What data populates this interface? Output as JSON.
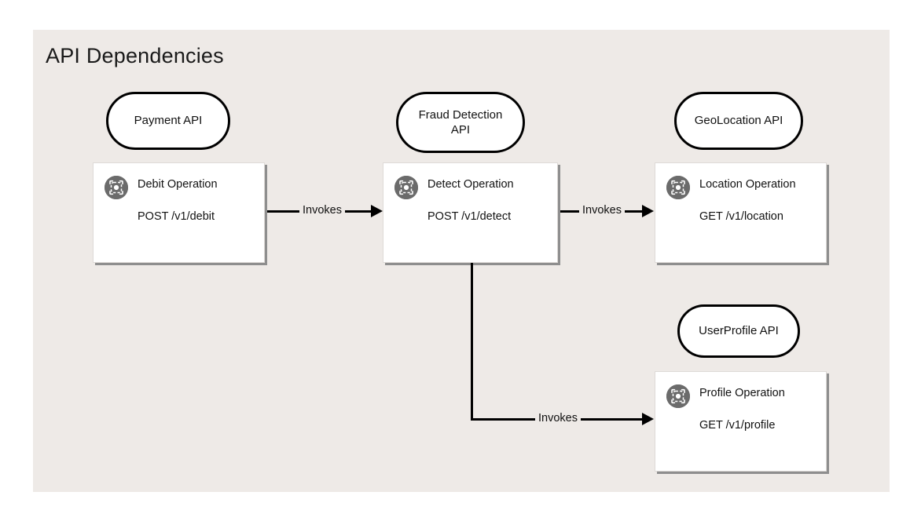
{
  "panel": {
    "title": "API Dependencies",
    "background_color": "#EEEAE7"
  },
  "apis": [
    {
      "id": "payment",
      "label": "Payment API"
    },
    {
      "id": "fraud",
      "label": "Fraud Detection API"
    },
    {
      "id": "geolocation",
      "label": "GeoLocation API"
    },
    {
      "id": "userprofile",
      "label": "UserProfile API"
    }
  ],
  "operations": [
    {
      "id": "debit",
      "name": "Debit Operation",
      "path": "POST /v1/debit",
      "method": "POST",
      "icon": "operation-icon"
    },
    {
      "id": "detect",
      "name": "Detect Operation",
      "path": "POST /v1/detect",
      "method": "POST",
      "icon": "operation-icon"
    },
    {
      "id": "location",
      "name": "Location Operation",
      "path": "GET /v1/location",
      "method": "GET",
      "icon": "operation-icon"
    },
    {
      "id": "profile",
      "name": "Profile Operation",
      "path": "GET /v1/profile",
      "method": "GET",
      "icon": "operation-icon"
    }
  ],
  "edges": [
    {
      "id": "debit-detect",
      "label": "Invokes",
      "from": "debit",
      "to": "detect"
    },
    {
      "id": "detect-location",
      "label": "Invokes",
      "from": "detect",
      "to": "location"
    },
    {
      "id": "detect-profile",
      "label": "Invokes",
      "from": "detect",
      "to": "profile"
    }
  ],
  "colors": {
    "panel_bg": "#EEEAE7",
    "card_bg": "#FFFFFF",
    "card_shadow": "#8E8E8E",
    "stroke": "#000000",
    "icon_bg": "#6B6B6B",
    "text": "#111111"
  }
}
